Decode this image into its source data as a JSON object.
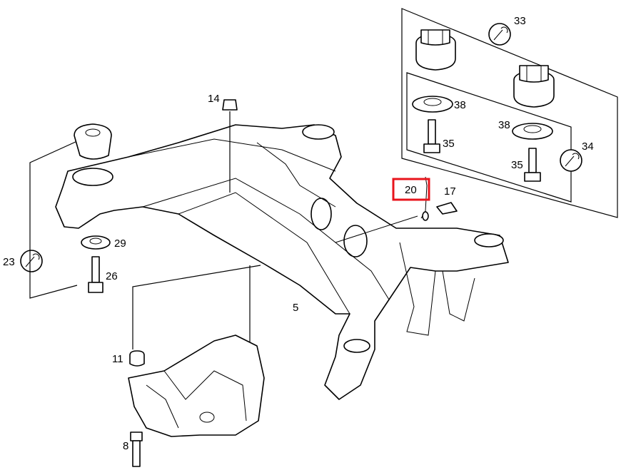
{
  "callouts": {
    "c33": "33",
    "c38a": "38",
    "c35a": "35",
    "c38b": "38",
    "c34": "34",
    "c35b": "35",
    "c20": "20",
    "c17": "17",
    "c14": "14",
    "c23": "23",
    "c29": "29",
    "c26": "26",
    "c5": "5",
    "c11": "11",
    "c8": "8"
  },
  "highlight": {
    "callout": "20",
    "color": "#e8141c"
  }
}
